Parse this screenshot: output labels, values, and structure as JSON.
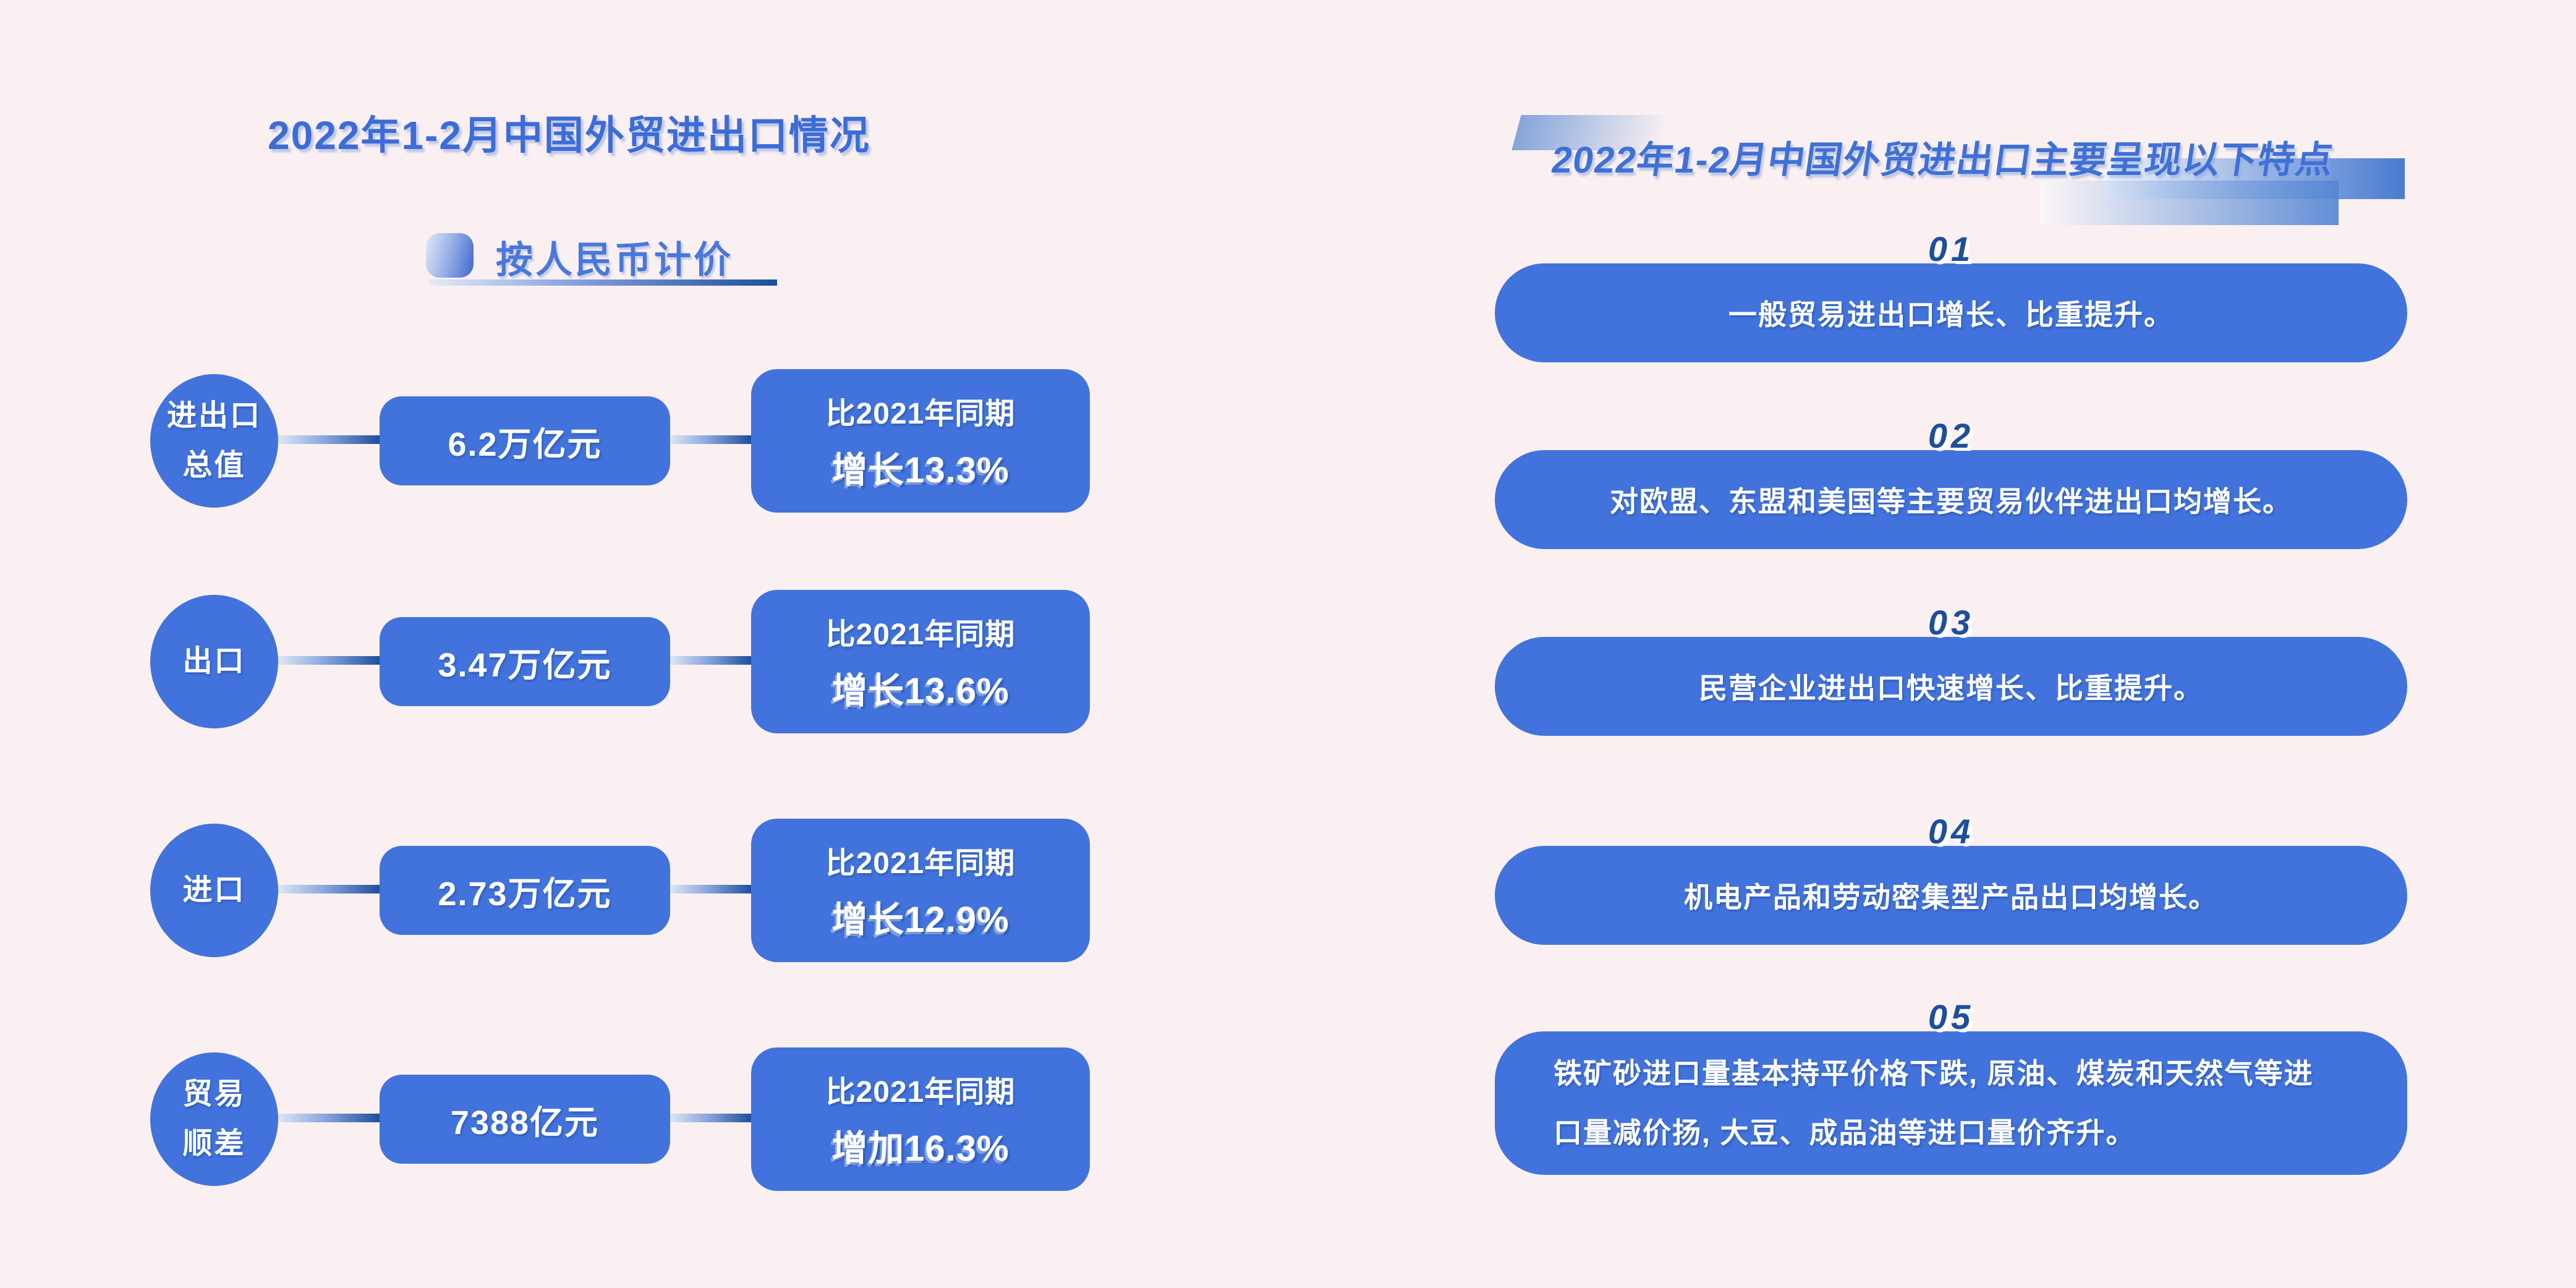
{
  "colors": {
    "background": "#faf0f1",
    "primary_blue": "#4273dc",
    "navy_accent": "#1c4f9c",
    "title_blue": "#3c6cd7",
    "subtitle_blue": "#4a77da"
  },
  "left": {
    "title": "2022年1-2月中国外贸进出口情况",
    "subtitle": "按人民币计价",
    "rows": [
      {
        "label_line1": "进出口",
        "label_line2": "总值",
        "value": "6.2万亿元",
        "compare_line1": "比2021年同期",
        "compare_line2": "增长13.3%"
      },
      {
        "label_line1": "出口",
        "label_line2": "",
        "value": "3.47万亿元",
        "compare_line1": "比2021年同期",
        "compare_line2": "增长13.6%"
      },
      {
        "label_line1": "进口",
        "label_line2": "",
        "value": "2.73万亿元",
        "compare_line1": "比2021年同期",
        "compare_line2": "增长12.9%"
      },
      {
        "label_line1": "贸易",
        "label_line2": "顺差",
        "value": "7388亿元",
        "compare_line1": "比2021年同期",
        "compare_line2": "增加16.3%"
      }
    ]
  },
  "right": {
    "title": "2022年1-2月中国外贸进出口主要呈现以下特点",
    "items": [
      {
        "number": "01",
        "text": "一般贸易进出口增长、比重提升。"
      },
      {
        "number": "02",
        "text": "对欧盟、东盟和美国等主要贸易伙伴进出口均增长。"
      },
      {
        "number": "03",
        "text": "民营企业进出口快速增长、比重提升。"
      },
      {
        "number": "04",
        "text": "机电产品和劳动密集型产品出口均增长。"
      },
      {
        "number": "05",
        "text": "铁矿砂进口量基本持平价格下跌, 原油、煤炭和天然气等进口量减价扬, 大豆、成品油等进口量价齐升。"
      }
    ]
  }
}
